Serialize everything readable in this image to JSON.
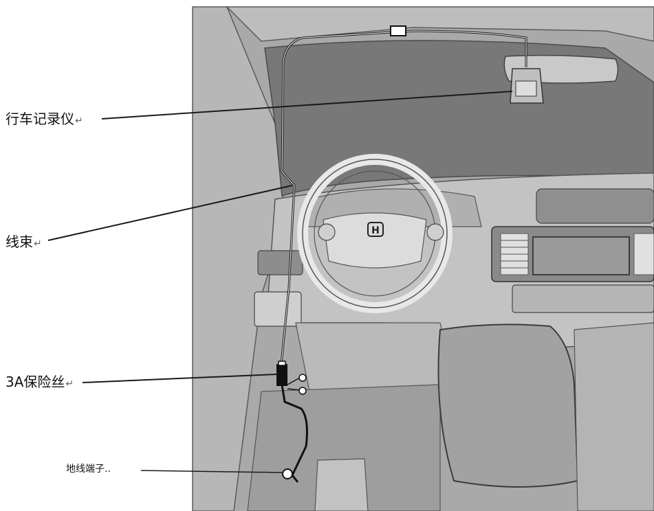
{
  "labels": {
    "recorder": "行车记录仪",
    "harness": "线束",
    "fuse": "3A保险丝",
    "ground": "地线端子"
  },
  "marks": {
    "return_glyph": "↵",
    "ground_suffix": ".."
  },
  "emblem": {
    "letter": "H"
  },
  "icons": {
    "recorder": "dash-camera-icon",
    "fuse": "inline-fuse-icon",
    "ground": "ground-terminal-icon",
    "emblem": "honda-emblem-icon"
  },
  "colors": {
    "cabin_fill": "#a9a9a9",
    "windshield": "#787878",
    "dashboard": "#c3c3c3",
    "harness_line": "#111111",
    "leader_line": "#1a1a1a"
  }
}
